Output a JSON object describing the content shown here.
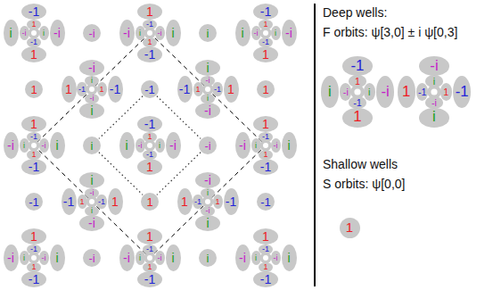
{
  "diagram": {
    "nodes": [
      {
        "text": [
          "-1"
        ]
      },
      {
        "text": [
          "i"
        ]
      },
      {
        "text": [
          "-i"
        ]
      },
      {
        "text": [
          "1"
        ]
      },
      {
        "text": [
          "1"
        ]
      },
      {
        "text": [
          "-i"
        ]
      },
      {
        "text": [
          "i"
        ]
      },
      {
        "text": [
          "-1"
        ]
      },
      {
        "text": [
          "-i"
        ]
      },
      {
        "text": [
          "1"
        ]
      },
      {
        "text": [
          "-i"
        ]
      },
      {
        "text": [
          "i"
        ]
      },
      {
        "text": [
          "-1"
        ]
      },
      {
        "text": [
          "-1"
        ]
      },
      {
        "text": [
          "i"
        ]
      },
      {
        "text": [
          "-i"
        ]
      },
      {
        "text": [
          "1"
        ]
      },
      {
        "text": [
          "i"
        ]
      },
      {
        "text": [
          "-1"
        ]
      },
      {
        "text": [
          "i"
        ]
      },
      {
        "text": [
          "-i"
        ]
      },
      {
        "text": [
          "1"
        ]
      },
      {
        "text": [
          "1"
        ]
      },
      {
        "text": [
          "-i"
        ]
      },
      {
        "text": [
          "i"
        ]
      },
      {
        "text": [
          "-1"
        ]
      },
      {
        "text": [
          "1"
        ]
      },
      {
        "text": [
          "-i"
        ]
      },
      {
        "text": [
          "1"
        ]
      },
      {
        "text": [
          "-1"
        ]
      },
      {
        "text": [
          "i"
        ]
      },
      {
        "text": [
          "i"
        ]
      },
      {
        "text": [
          "-1"
        ]
      },
      {
        "text": [
          "1"
        ]
      },
      {
        "text": [
          "-i"
        ]
      },
      {
        "text": [
          "-1"
        ]
      },
      {
        "text": [
          "i"
        ]
      },
      {
        "text": [
          "-1"
        ]
      },
      {
        "text": [
          "1"
        ]
      },
      {
        "text": [
          "-i"
        ]
      },
      {
        "text": [
          "-i"
        ]
      },
      {
        "text": [
          "1"
        ]
      },
      {
        "text": [
          "-1"
        ]
      },
      {
        "text": [
          "i"
        ]
      },
      {
        "text": [
          "1"
        ]
      },
      {
        "text": [
          "1"
        ]
      },
      {
        "text": [
          "-i"
        ]
      },
      {
        "text": [
          "i"
        ]
      },
      {
        "text": [
          "-1"
        ]
      },
      {
        "text": [
          "-1"
        ]
      },
      {
        "text": [
          "i"
        ]
      },
      {
        "text": [
          "-i"
        ]
      },
      {
        "text": [
          "1"
        ]
      },
      {
        "text": [
          "i"
        ]
      },
      {
        "text": [
          "-1"
        ]
      },
      {
        "text": [
          "i"
        ]
      },
      {
        "text": [
          "-i"
        ]
      },
      {
        "text": [
          "1"
        ]
      },
      {
        "text": [
          "1"
        ]
      },
      {
        "text": [
          "-i"
        ]
      },
      {
        "text": [
          "i"
        ]
      },
      {
        "text": [
          "-1"
        ]
      },
      {
        "text": [
          "-i"
        ]
      },
      {
        "text": [
          "1"
        ]
      },
      {
        "text": [
          "-i"
        ]
      },
      {
        "text": [
          "i"
        ]
      },
      {
        "text": [
          "-1"
        ]
      },
      {
        "text": [
          "-1"
        ]
      },
      {
        "text": [
          "i"
        ]
      },
      {
        "text": [
          "-i"
        ]
      },
      {
        "text": [
          "1"
        ]
      },
      {
        "text": [
          "-1"
        ]
      },
      {
        "text": [
          "i"
        ]
      },
      {
        "text": [
          "-1"
        ]
      },
      {
        "text": [
          "1"
        ]
      },
      {
        "text": [
          "-i"
        ]
      },
      {
        "text": [
          "-i"
        ]
      },
      {
        "text": [
          "1"
        ]
      },
      {
        "text": [
          "-1"
        ]
      },
      {
        "text": [
          "i"
        ]
      },
      {
        "text": [
          "1"
        ]
      },
      {
        "text": [
          "-i"
        ]
      },
      {
        "text": [
          "1"
        ]
      },
      {
        "text": [
          "-1"
        ]
      },
      {
        "text": [
          "i"
        ]
      },
      {
        "text": [
          "i"
        ]
      },
      {
        "text": [
          "-1"
        ]
      },
      {
        "text": [
          "1"
        ]
      },
      {
        "text": [
          "-i"
        ]
      },
      {
        "text": [
          "-1"
        ]
      },
      {
        "text": [
          "1"
        ]
      },
      {
        "text": [
          "-i"
        ]
      },
      {
        "text": [
          "i"
        ]
      },
      {
        "text": [
          "-1"
        ]
      },
      {
        "text": [
          "-1"
        ]
      },
      {
        "text": [
          "i"
        ]
      },
      {
        "text": [
          "-i"
        ]
      },
      {
        "text": [
          "1"
        ]
      },
      {
        "text": [
          "-i"
        ]
      },
      {
        "text": [
          "1"
        ]
      },
      {
        "text": [
          "-i"
        ]
      },
      {
        "text": [
          "i"
        ]
      },
      {
        "text": [
          "-1"
        ]
      },
      {
        "text": [
          "-1"
        ]
      },
      {
        "text": [
          "i"
        ]
      },
      {
        "text": [
          "-i"
        ]
      },
      {
        "text": [
          "1"
        ]
      },
      {
        "text": [
          "i"
        ]
      },
      {
        "text": [
          "1"
        ]
      },
      {
        "text": [
          "-i"
        ]
      },
      {
        "text": [
          "i"
        ]
      },
      {
        "text": [
          "-1"
        ]
      },
      {
        "text": [
          "-1"
        ]
      },
      {
        "text": [
          "i"
        ]
      },
      {
        "text": [
          "-i"
        ]
      },
      {
        "text": [
          "1"
        ]
      },
      {
        "text": [
          "-1"
        ]
      },
      {
        "text": [
          "i"
        ]
      },
      {
        "text": [
          "-i"
        ]
      },
      {
        "text": [
          "1"
        ]
      },
      {
        "text": [
          "1"
        ]
      },
      {
        "text": [
          "-i"
        ]
      },
      {
        "text": [
          "i"
        ]
      },
      {
        "text": [
          "-1"
        ]
      },
      {
        "text": [
          "-i"
        ]
      },
      {
        "text": [
          "1"
        ]
      },
      {
        "text": [
          "-1"
        ]
      },
      {
        "text": [
          "i"
        ]
      },
      {
        "text": [
          "i"
        ]
      },
      {
        "text": [
          "-1"
        ]
      },
      {
        "text": [
          "1"
        ]
      },
      {
        "text": [
          "-i"
        ]
      },
      {
        "text": [
          "1"
        ]
      }
    ],
    "edges": [
      {
        "from": 35,
        "to": 53,
        "arrow": "none"
      },
      {
        "from": 35,
        "to": 62,
        "arrow": "none"
      },
      {
        "from": 53,
        "to": 80,
        "arrow": "none"
      },
      {
        "from": 62,
        "to": 80,
        "arrow": "none"
      }
    ],
    "labels": [
      "Deep wells:",
      "F orbits: ψ[3,0] ± i ψ[0,3]",
      "Shallow wells",
      "S orbits: ψ[0,0]"
    ]
  }
}
